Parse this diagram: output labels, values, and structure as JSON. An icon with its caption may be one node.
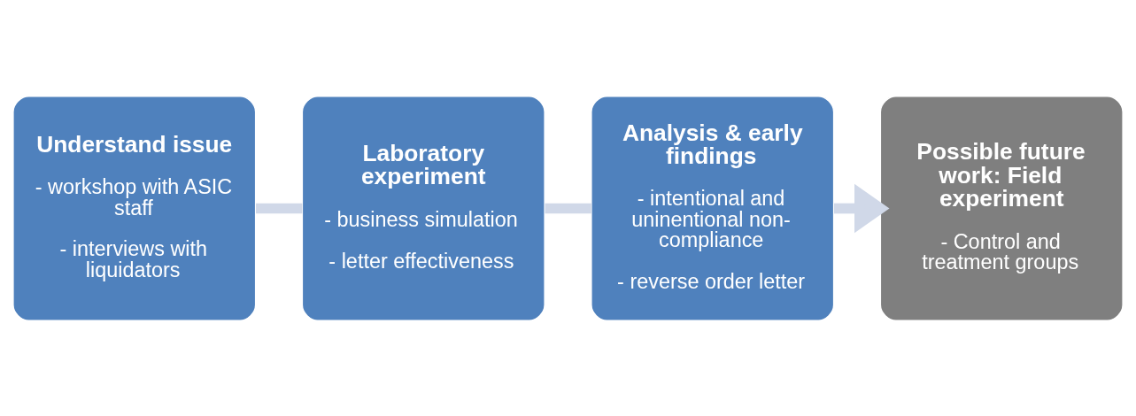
{
  "diagram": {
    "nodes": [
      {
        "text": [
          "Understand issue",
          "- workshop with ASIC staff",
          "- interviews with liquidators"
        ]
      },
      {
        "text": [
          "Laboratory experiment",
          "- business simulation",
          "- letter effectiveness"
        ]
      },
      {
        "text": [
          "Analysis & early findings",
          "- intentional and uninentional non-compliance",
          "- reverse order letter"
        ]
      },
      {
        "text": [
          "Possible future work: Field experiment",
          "- Control and treatment groups"
        ]
      }
    ],
    "edges": [
      {
        "from": 0,
        "to": 1,
        "arrow": "none"
      },
      {
        "from": 1,
        "to": 2,
        "arrow": "none"
      },
      {
        "from": 2,
        "to": 3,
        "arrow": "to"
      }
    ]
  }
}
